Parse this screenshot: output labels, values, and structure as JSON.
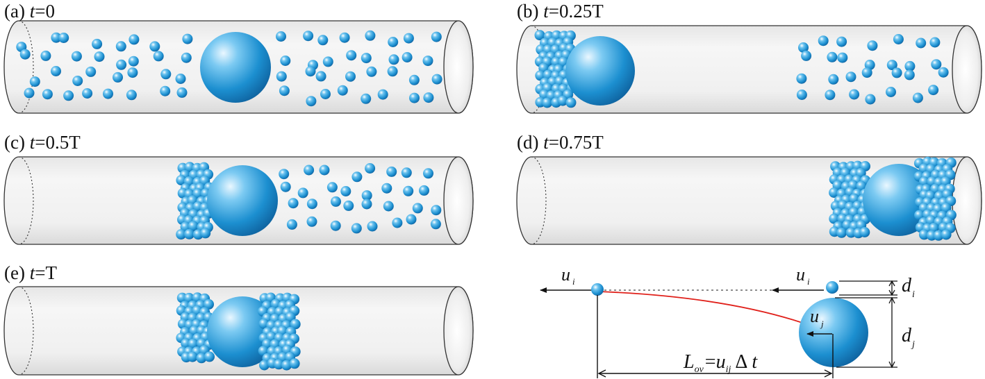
{
  "panels": [
    {
      "id": "a",
      "prefix": "(a) ",
      "var": "t",
      "value": "=0"
    },
    {
      "id": "b",
      "prefix": "(b) ",
      "var": "t",
      "value": "=0.25T"
    },
    {
      "id": "c",
      "prefix": "(c) ",
      "var": "t",
      "value": "=0.5T"
    },
    {
      "id": "d",
      "prefix": "(d) ",
      "var": "t",
      "value": "=0.75T"
    },
    {
      "id": "e",
      "prefix": "(e) ",
      "var": "t",
      "value": "=T"
    }
  ],
  "schematic": {
    "u_i_left": "u",
    "u_i_left_sub": "i",
    "u_i_right": "u",
    "u_i_right_sub": "i",
    "u_j": "u",
    "u_j_sub": "j",
    "d_i": "d",
    "d_i_sub": "i",
    "d_j": "d",
    "d_j_sub": "j",
    "L_symbol": "L",
    "L_sub": "ov",
    "L_eq": "=",
    "L_u": "u",
    "L_u_sub": "ij",
    "L_delta": "Δ",
    "L_t": "t"
  },
  "colors": {
    "particle": "#1c8fd0",
    "particle_dark": "#0f5f9c",
    "tube_fill": "#f0f0f0",
    "tube_edge": "#333333",
    "trajectory": "#e0201a"
  }
}
